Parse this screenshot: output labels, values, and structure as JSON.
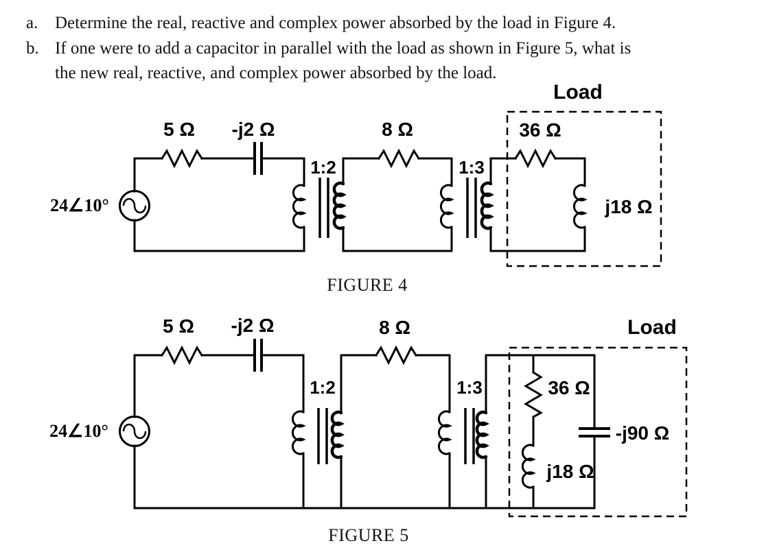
{
  "problem": {
    "a": {
      "label": "a.",
      "text": "Determine the real, reactive and complex power absorbed by the load in Figure 4."
    },
    "b": {
      "label": "b.",
      "line1": "If one were to add a capacitor in parallel with the load as shown in Figure 5, what is",
      "line2": "the new real, reactive, and complex power absorbed by the load."
    }
  },
  "figure4": {
    "caption": "FIGURE 4",
    "load_label": "Load",
    "source_label": "24∠10°",
    "r_series": "5 Ω",
    "c_series": "-j2 Ω",
    "ratio1": "1:2",
    "r_mid": "8 Ω",
    "ratio2": "1:3",
    "r_load": "36 Ω",
    "l_load": "j18 Ω"
  },
  "figure5": {
    "caption": "FIGURE 5",
    "load_label": "Load",
    "source_label": "24∠10°",
    "r_series": "5 Ω",
    "c_series": "-j2 Ω",
    "ratio1": "1:2",
    "r_mid": "8 Ω",
    "ratio2": "1:3",
    "r_load": "36 Ω",
    "l_load": "j18 Ω",
    "c_load": "-j90 Ω"
  }
}
